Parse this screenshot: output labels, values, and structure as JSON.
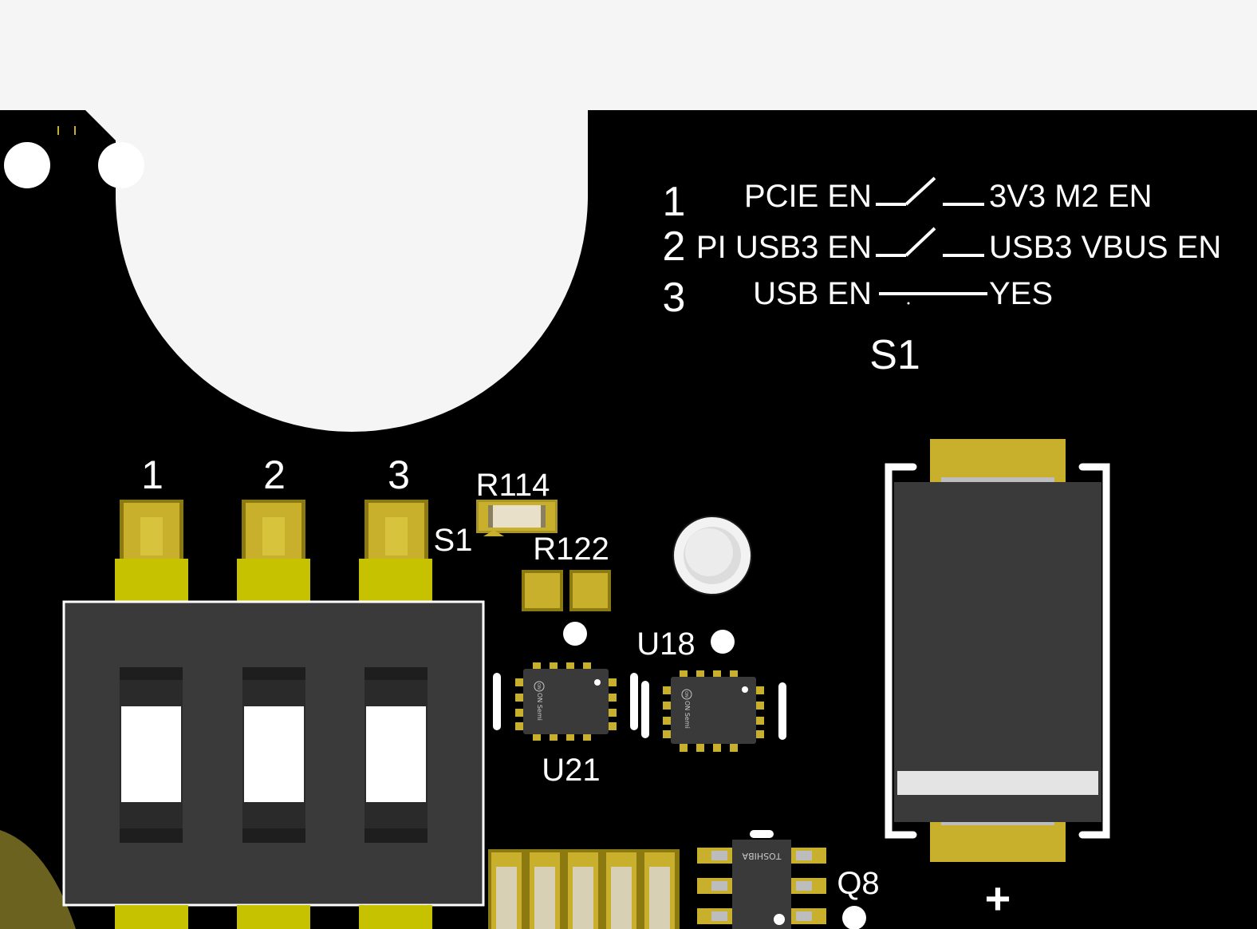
{
  "legend": {
    "rows": [
      {
        "num": "1",
        "signal": "PCIE EN",
        "target": "3V3 M2 EN"
      },
      {
        "num": "2",
        "signal": "PI USB3 EN",
        "target": "USB3 VBUS EN"
      },
      {
        "num": "3",
        "signal": "USB EN",
        "target": "YES"
      }
    ],
    "designator": "S1"
  },
  "switch": {
    "designator": "S1",
    "positions": [
      "1",
      "2",
      "3"
    ]
  },
  "components": {
    "r114": "R114",
    "r122": "R122",
    "u18": "U18",
    "u21": "U21",
    "q8": "Q8",
    "plus": "+"
  },
  "chip_markings": {
    "onsemi_logo": "ON",
    "onsemi_text": "ON Semi",
    "toshiba": "TOSHIBA"
  },
  "colors": {
    "board": "#000000",
    "pad_gold": "#c8b02c",
    "pad_yellow": "#c6c200",
    "body_grey": "#3a3a3a",
    "silkscreen": "#ffffff",
    "background": "#f5f5f5"
  }
}
